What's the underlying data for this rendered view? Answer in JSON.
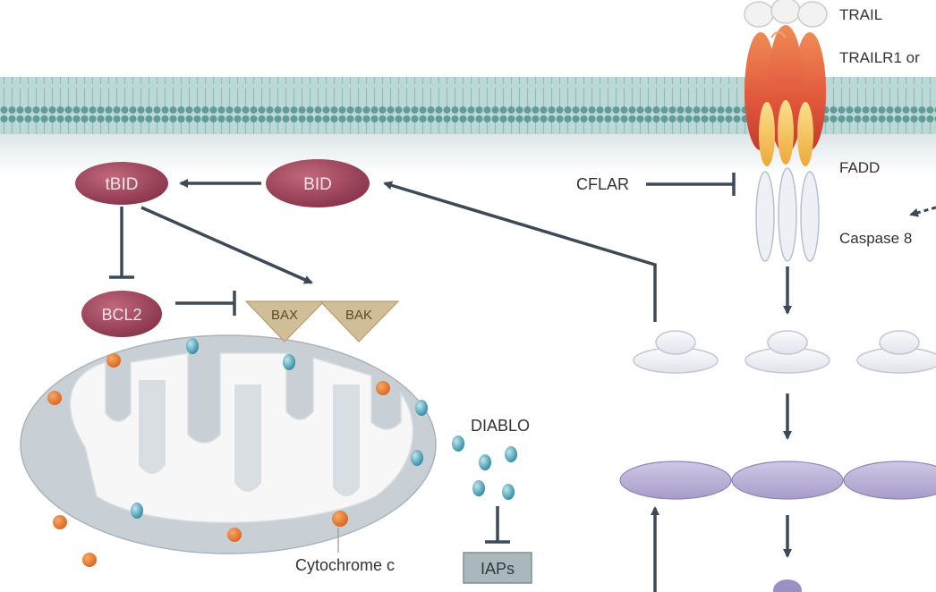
{
  "labels": {
    "trail": "TRAIL",
    "receptor": "TRAILR1 or",
    "fadd": "FADD",
    "caspase8": "Caspase 8",
    "cflar": "CFLAR",
    "bid": "BID",
    "tbid": "tBID",
    "bcl2": "BCL2",
    "bax": "BAX",
    "bak": "BAK",
    "diablo": "DIABLO",
    "cytochrome_c": "Cytochrome c",
    "iaps": "IAPs"
  },
  "colors": {
    "membrane": "#5f9c9a",
    "membrane_band": "#a9cfcd",
    "cytosol_band": "#e5eaec",
    "protein_red": "#9b4357",
    "pore_tan": "#cfb88f",
    "mito_outer": "#c9d0d5",
    "mito_inner": "#f7f7f7",
    "cytochrome_orange": "#e8782c",
    "diablo_teal": "#3f9fb4",
    "caspase_purple": "#b7aed4",
    "procaspase_grey": "#e7eaf1",
    "arrow": "#3c4a58",
    "receptor_red": "#e0553b",
    "fadd_yellow": "#f1bd45",
    "iaps_box": "#aab8bd"
  }
}
